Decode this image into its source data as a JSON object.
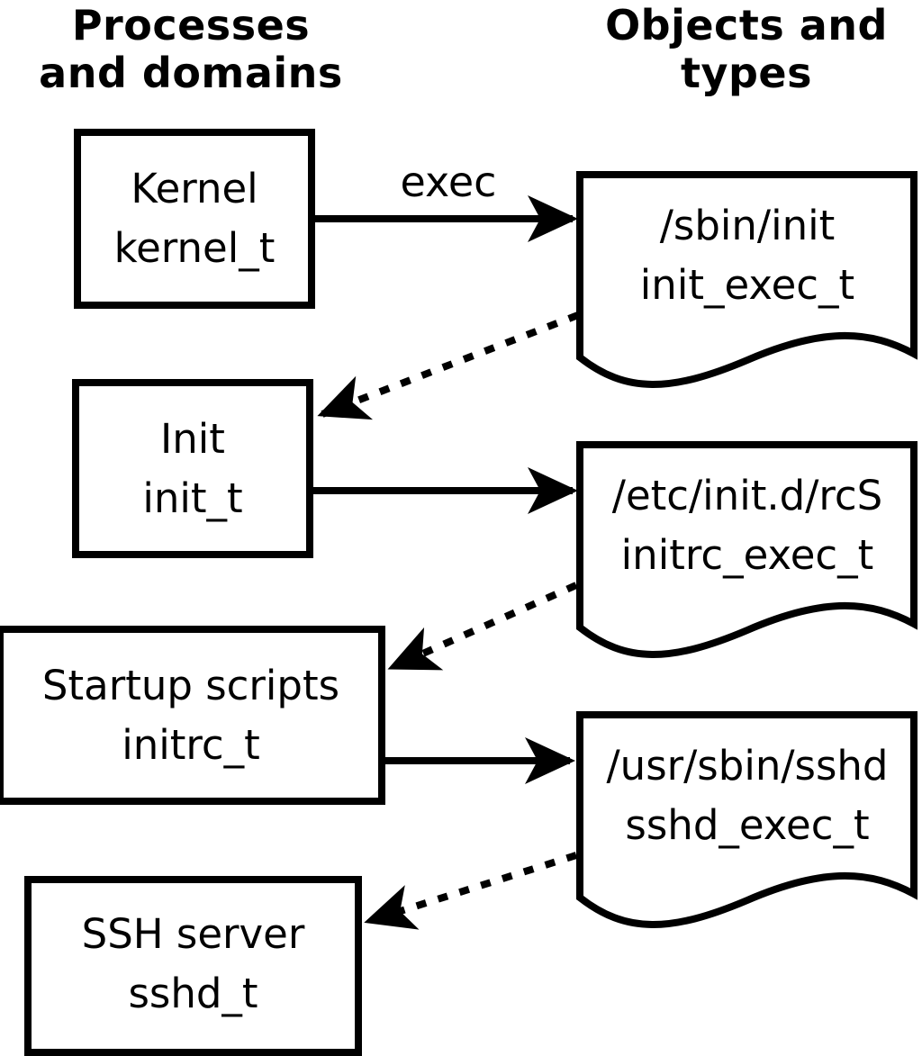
{
  "diagram": {
    "title_left": {
      "line1": "Processes",
      "line2": "and domains"
    },
    "title_right": {
      "line1": "Objects and",
      "line2": "types"
    },
    "edge_label": "exec",
    "processes": [
      {
        "name": "Kernel",
        "type": "kernel_t"
      },
      {
        "name": "Init",
        "type": "init_t"
      },
      {
        "name": "Startup scripts",
        "type": "initrc_t"
      },
      {
        "name": "SSH server",
        "type": "sshd_t"
      }
    ],
    "objects": [
      {
        "path": "/sbin/init",
        "type": "init_exec_t"
      },
      {
        "path": "/etc/init.d/rcS",
        "type": "initrc_exec_t"
      },
      {
        "path": "/usr/sbin/sshd",
        "type": "sshd_exec_t"
      }
    ],
    "edges": [
      {
        "from": "kernel_t",
        "to": "init_exec_t",
        "style": "solid",
        "label": "exec"
      },
      {
        "from": "init_exec_t",
        "to": "init_t",
        "style": "dotted",
        "label": ""
      },
      {
        "from": "init_t",
        "to": "initrc_exec_t",
        "style": "solid",
        "label": ""
      },
      {
        "from": "initrc_exec_t",
        "to": "initrc_t",
        "style": "dotted",
        "label": ""
      },
      {
        "from": "initrc_t",
        "to": "sshd_exec_t",
        "style": "solid",
        "label": ""
      },
      {
        "from": "sshd_exec_t",
        "to": "sshd_t",
        "style": "dotted",
        "label": ""
      }
    ],
    "colors": {
      "stroke": "#000000",
      "background": "#ffffff"
    }
  }
}
